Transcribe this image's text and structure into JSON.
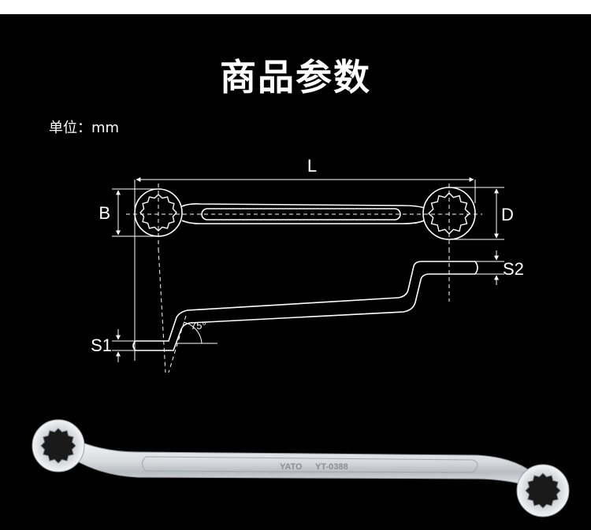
{
  "title": "商品参数",
  "unit_label": "单位：mm",
  "diagram": {
    "labels": {
      "length": "L",
      "head_width_left": "B",
      "head_width_right": "D",
      "offset_left": "S1",
      "offset_right": "S2",
      "angle": "75°"
    }
  },
  "product": {
    "brand": "YATO",
    "model": "YT-0388"
  },
  "colors": {
    "background": "#000000",
    "line": "#ffffff",
    "steel_light": "#eef0f2",
    "steel_dark": "#9aa0a6"
  }
}
